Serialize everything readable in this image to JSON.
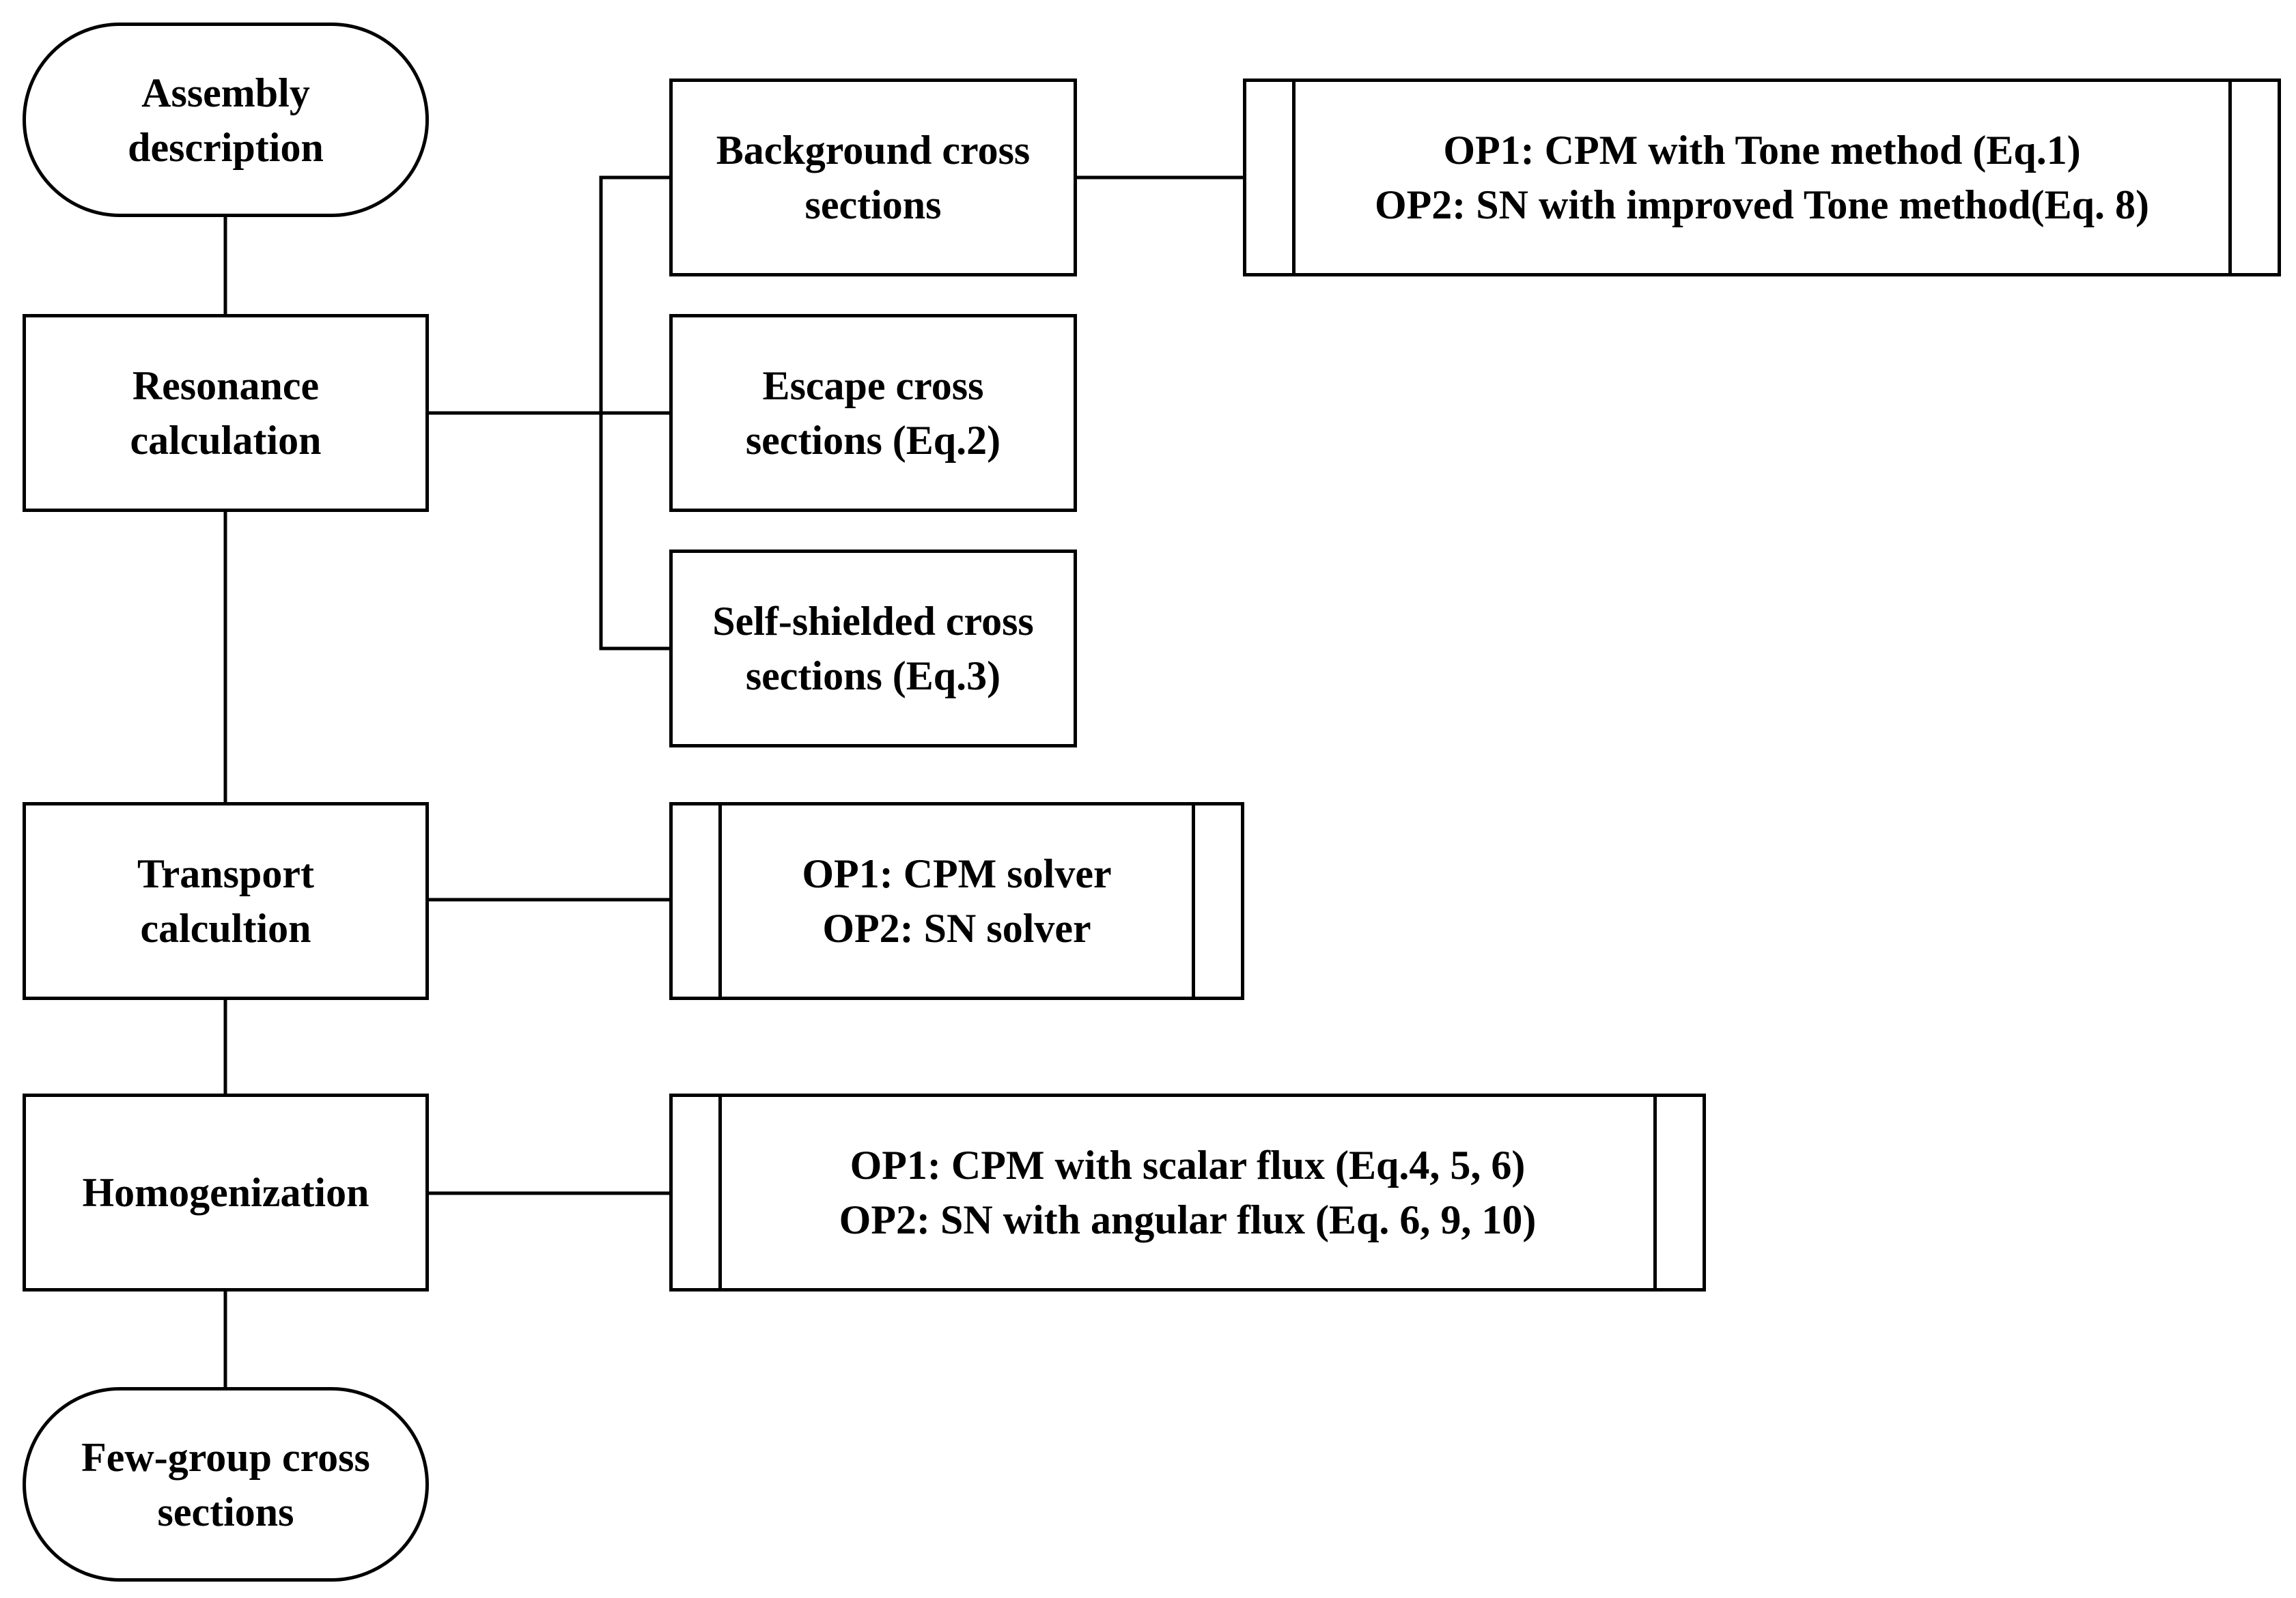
{
  "nodes": {
    "assembly": [
      "Assembly",
      "description"
    ],
    "resonance": [
      "Resonance",
      "calculation"
    ],
    "transport": [
      "Transport",
      "calcultion"
    ],
    "homogenization": [
      "Homogenization"
    ],
    "few_group": [
      "Few-group cross",
      "sections"
    ],
    "background_xs": [
      "Background cross",
      "sections"
    ],
    "escape_xs": [
      "Escape cross",
      "sections (Eq.2)"
    ],
    "self_shielded_xs": [
      "Self-shielded cross",
      "sections (Eq.3)"
    ],
    "background_options": [
      "OP1: CPM with Tone method (Eq.1)",
      "OP2: SN with improved Tone method(Eq. 8)"
    ],
    "transport_options": [
      "OP1: CPM solver",
      "OP2: SN solver"
    ],
    "homogenization_options": [
      "OP1: CPM with scalar flux (Eq.4, 5, 6)",
      "OP2: SN with angular flux (Eq. 6, 9, 10)"
    ]
  },
  "colors": {
    "stroke": "#000000",
    "fill": "#ffffff",
    "text": "#000000"
  }
}
